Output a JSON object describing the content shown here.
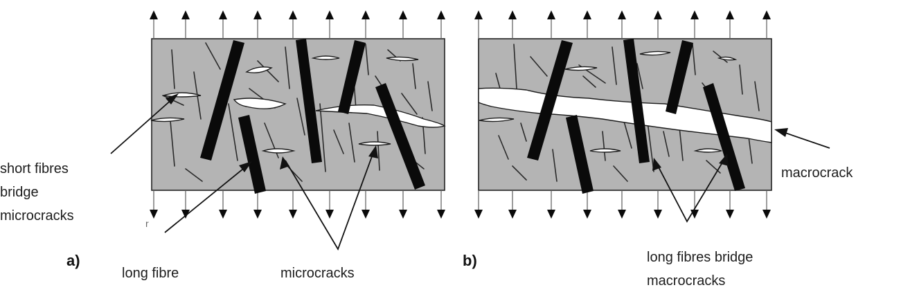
{
  "panel_a": {
    "letter": "a)",
    "label_short_fibres": [
      "short fibres",
      "bridge",
      "microcracks"
    ],
    "label_long_fibre": "long fibre",
    "label_microcracks": "microcracks"
  },
  "panel_b": {
    "letter": "b)",
    "label_macrocrack": "macrocrack",
    "label_long_fibres": [
      "long fibres bridge",
      "macrocracks"
    ]
  },
  "colors": {
    "matrix": "#b4b4b4",
    "fibre": "#0a0a0a",
    "crack": "#ffffff"
  },
  "annotation_mark": "r"
}
